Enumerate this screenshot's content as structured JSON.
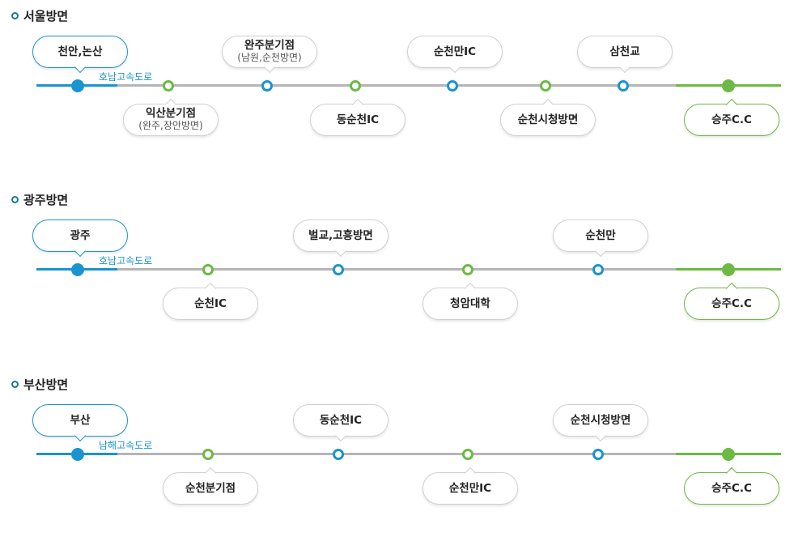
{
  "colors": {
    "blue": "#1a94cf",
    "gray": "#b5b5b5",
    "green": "#6cb944",
    "title_dot": "#1a7a8c"
  },
  "routes": [
    {
      "title": "서울방면",
      "highway": "호남고속도로",
      "origin": {
        "label": "천안,논산"
      },
      "stops": [
        {
          "label": "익산분기점",
          "sub": "(완주,장안방면)",
          "marker": "green"
        },
        {
          "label": "완주분기점",
          "sub": "(남원,순천방면)",
          "marker": "blue"
        },
        {
          "label": "동순천IC",
          "sub": "",
          "marker": "green"
        },
        {
          "label": "순천만IC",
          "sub": "",
          "marker": "blue"
        },
        {
          "label": "순천시청방면",
          "sub": "",
          "marker": "green"
        },
        {
          "label": "삼천교",
          "sub": "",
          "marker": "blue"
        }
      ],
      "destination": {
        "label": "승주C.C"
      }
    },
    {
      "title": "광주방면",
      "highway": "호남고속도로",
      "origin": {
        "label": "광주"
      },
      "stops": [
        {
          "label": "순천IC",
          "sub": "",
          "marker": "green"
        },
        {
          "label": "벌교,고흥방면",
          "sub": "",
          "marker": "blue"
        },
        {
          "label": "청암대학",
          "sub": "",
          "marker": "green"
        },
        {
          "label": "순천만",
          "sub": "",
          "marker": "blue"
        }
      ],
      "destination": {
        "label": "승주C.C"
      }
    },
    {
      "title": "부산방면",
      "highway": "남해고속도로",
      "origin": {
        "label": "부산"
      },
      "stops": [
        {
          "label": "순천분기점",
          "sub": "",
          "marker": "green"
        },
        {
          "label": "동순천IC",
          "sub": "",
          "marker": "blue"
        },
        {
          "label": "순천만IC",
          "sub": "",
          "marker": "green"
        },
        {
          "label": "순천시청방면",
          "sub": "",
          "marker": "blue"
        }
      ],
      "destination": {
        "label": "승주C.C"
      }
    }
  ]
}
